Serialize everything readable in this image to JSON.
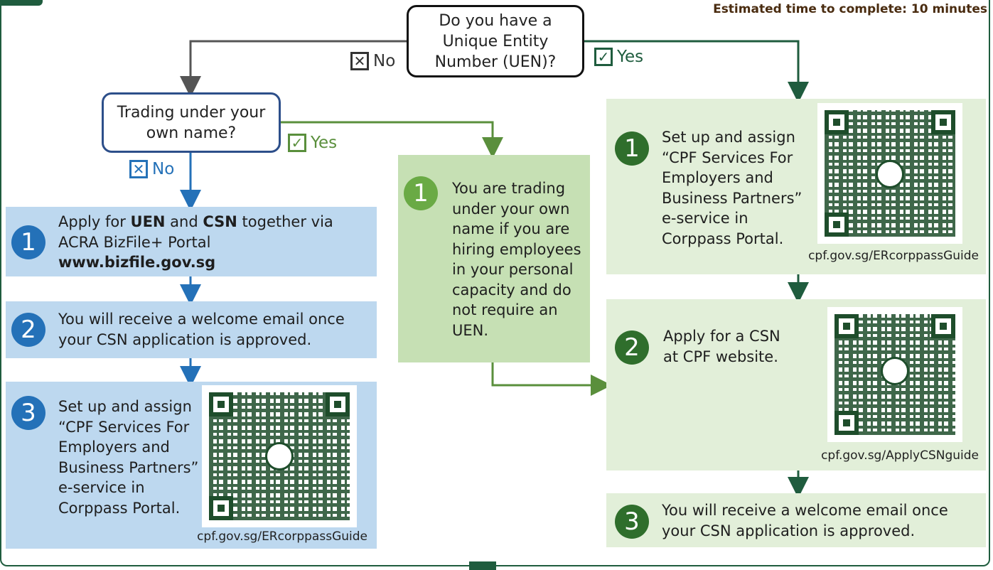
{
  "estimate": "Estimated time to complete: 10 minutes",
  "decision_uen": [
    "Do you have a",
    "Unique Entity",
    "Number (UEN)?"
  ],
  "decision_trading": [
    "Trading under your",
    "own name?"
  ],
  "labels": {
    "no": "No",
    "yes": "Yes"
  },
  "colors": {
    "blue": "#2471b8",
    "dark_green": "#1f5c3e",
    "light_green": "#5a8f3c",
    "grey": "#555555"
  },
  "left": {
    "step1": {
      "num": "1",
      "pre": "Apply for ",
      "b1": "UEN",
      "mid": " and ",
      "b2": "CSN",
      "post": " together via",
      "line2": "ACRA BizFile+ Portal",
      "line3": "www.bizfile.gov.sg"
    },
    "step2": {
      "num": "2",
      "line1": "You will receive a welcome email once",
      "line2": "your CSN application is approved."
    },
    "step3": {
      "num": "3",
      "lines": [
        "Set up and assign",
        "“CPF Services For",
        "Employers and",
        "Business Partners”",
        "e-service in",
        "Corppass Portal."
      ],
      "url": "cpf.gov.sg/ERcorppassGuide"
    }
  },
  "middle": {
    "step1": {
      "num": "1",
      "lines": [
        "You are trading",
        "under your own",
        "name if you are",
        "hiring employees",
        "in your personal",
        "capacity and do",
        "not require an",
        "UEN."
      ]
    }
  },
  "right": {
    "step1": {
      "num": "1",
      "lines": [
        "Set up and assign",
        "“CPF Services For",
        "Employers and",
        "Business Partners”",
        "e-service in",
        "Corppass Portal."
      ],
      "url": "cpf.gov.sg/ERcorppassGuide"
    },
    "step2": {
      "num": "2",
      "lines": [
        "Apply for a CSN",
        "at CPF website."
      ],
      "url": "cpf.gov.sg/ApplyCSNguide"
    },
    "step3": {
      "num": "3",
      "line1": "You will receive a welcome email once",
      "line2": "your CSN application is approved."
    }
  },
  "icons": {
    "check": "check-box-icon",
    "cross": "cross-box-icon",
    "qr": "qr-code-icon"
  }
}
